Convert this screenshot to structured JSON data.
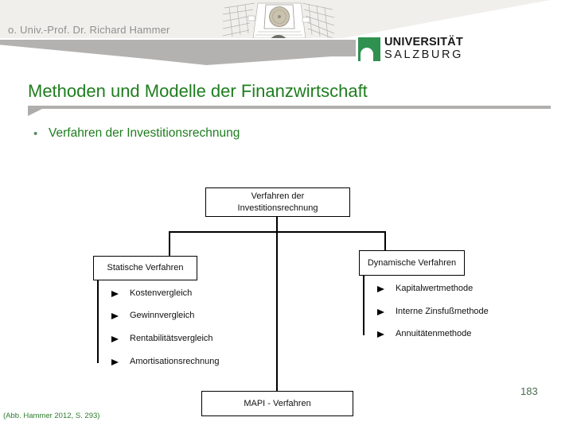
{
  "header": {
    "author": "o. Univ.-Prof. Dr. Richard Hammer",
    "logo": {
      "line1": "UNIVERSITÄT",
      "line2": "SALZBURG"
    }
  },
  "slide": {
    "title": "Methoden und Modelle der Finanzwirtschaft",
    "bullet_glyph": "•",
    "bullet": "Verfahren der Investitionsrechnung",
    "citation": "(Abb. Hammer 2012, S. 293)",
    "page_number": "183"
  },
  "diagram": {
    "root": {
      "line1": "Verfahren der",
      "line2": "Investitionsrechnung"
    },
    "left": {
      "title": "Statische Verfahren",
      "items": [
        "Kostenvergleich",
        "Gewinnvergleich",
        "Rentabilitätsvergleich",
        "Amortisationsrechnung"
      ]
    },
    "right": {
      "title": "Dynamische Verfahren",
      "items": [
        "Kapitalwertmethode",
        "Interne Zinsfußmethode",
        "Annuitätenmethode"
      ]
    },
    "bottom": "MAPI - Verfahren"
  },
  "colors": {
    "title_green": "#1e7d1e",
    "citation_green": "#2e7d2e",
    "logo_green": "#2f9150",
    "band_gray": "#b4b2b0",
    "header_gray": "#f0efec",
    "diagram_line": "#000000"
  }
}
